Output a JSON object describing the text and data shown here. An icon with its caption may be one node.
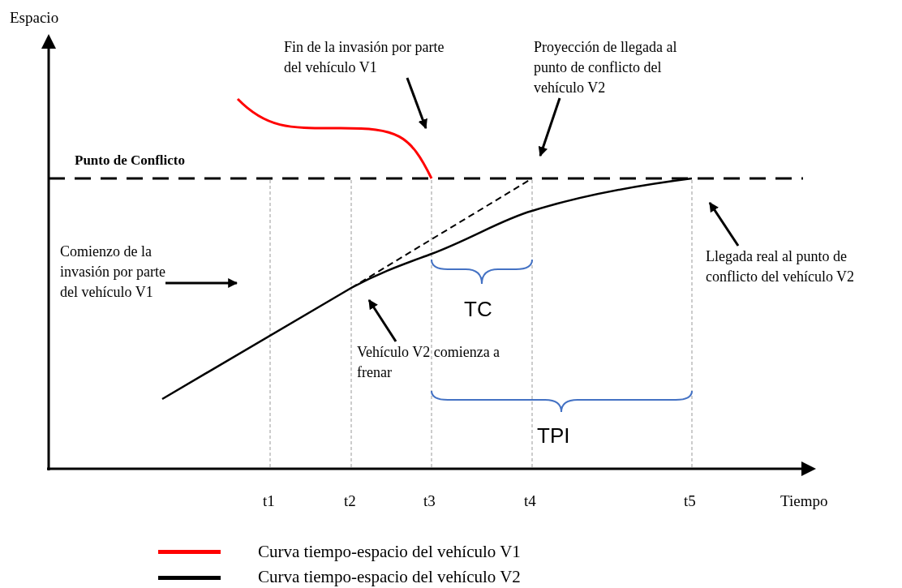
{
  "diagram": {
    "nodes": [
      {
        "text": [
          "Fin de la invasión por parte del vehículo V1"
        ]
      },
      {
        "text": [
          "Proyección de llegada al punto de conflicto del vehículo V2"
        ]
      },
      {
        "text": [
          "Comienzo de la invasión por parte del vehículo V1"
        ]
      },
      {
        "text": [
          "Vehículo V2 comienza a frenar"
        ]
      },
      {
        "text": [
          "Llegada real al punto de conflicto del vehículo V2"
        ]
      }
    ],
    "edges": [
      {
        "from": 0,
        "to": null,
        "arrow": "to"
      },
      {
        "from": 1,
        "to": null,
        "arrow": "to"
      },
      {
        "from": 2,
        "to": null,
        "arrow": "to"
      },
      {
        "from": 3,
        "to": null,
        "arrow": "to"
      },
      {
        "from": 4,
        "to": null,
        "arrow": "to"
      }
    ],
    "labels": [
      "Espacio",
      "Punto de Conflicto",
      "TC",
      "TPI",
      "t1",
      "t2",
      "t3",
      "t4",
      "t5",
      "Tiempo"
    ],
    "legend": [
      {
        "text": "Curva tiempo-espacio del vehículo V1",
        "color": "#ff0000"
      },
      {
        "text": "Curva tiempo-espacio del vehículo V2",
        "color": "#000000"
      }
    ]
  }
}
